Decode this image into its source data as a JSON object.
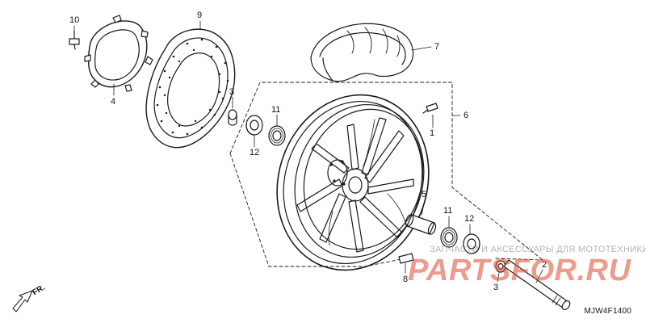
{
  "parts": [
    {
      "id": "1",
      "name": "valve-stem"
    },
    {
      "id": "2",
      "name": "front-axle"
    },
    {
      "id": "3",
      "name": "side-collar"
    },
    {
      "id": "4",
      "name": "abs-pulser-ring"
    },
    {
      "id": "5",
      "name": "distance-collar"
    },
    {
      "id": "6",
      "name": "front-wheel"
    },
    {
      "id": "7",
      "name": "front-tire"
    },
    {
      "id": "8",
      "name": "balance-weight"
    },
    {
      "id": "9",
      "name": "brake-disc"
    },
    {
      "id": "10",
      "name": "disc-bolt"
    },
    {
      "id": "11",
      "name": "bearing-upper"
    },
    {
      "id": "11",
      "name": "bearing-lower"
    },
    {
      "id": "12",
      "name": "dust-seal-upper"
    },
    {
      "id": "12",
      "name": "dust-seal-lower"
    }
  ],
  "labels": {
    "p10": "10",
    "p9": "9",
    "p4": "4",
    "p3a": "3",
    "p11a": "11",
    "p12a": "12",
    "p7": "7",
    "p6": "6",
    "p1": "1",
    "p5": "5",
    "p11b": "11",
    "p12b": "12",
    "p8": "8",
    "p3b": "3",
    "p2": "2"
  },
  "direction_marker": "FR.",
  "diagram_code": "MJW4F1400",
  "watermark": {
    "tagline": "ЗАПЧАСТИ И АКСЕССУАРЫ ДЛЯ МОТОТЕХНИКИ",
    "brand": "PARTSFOR.RU"
  },
  "colors": {
    "line": "#1a1a1a",
    "watermark_brand": "#de4a2e",
    "watermark_text": "#787878"
  }
}
